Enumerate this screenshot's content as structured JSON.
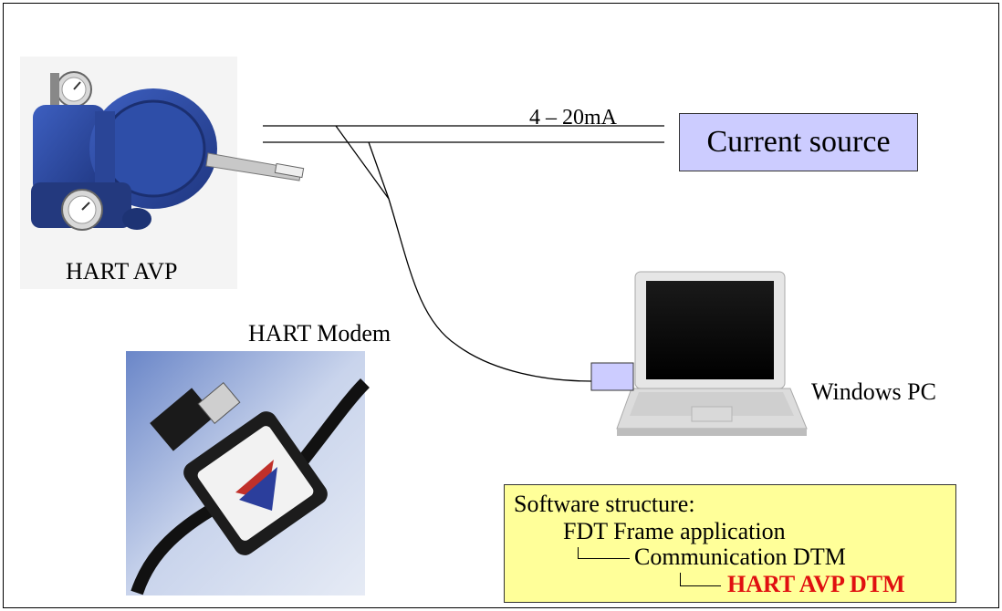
{
  "labels": {
    "signal": "4 – 20mA",
    "device": "HART   AVP",
    "modem": "HART   Modem",
    "pc": "Windows PC"
  },
  "current_source": {
    "label": "Current source",
    "color": "#ccccff"
  },
  "software": {
    "title": "Software structure:",
    "frame_app": "FDT Frame application",
    "comm_dtm": "Communication DTM",
    "device_dtm": "HART AVP DTM",
    "box_color": "#ffff99",
    "highlight_color": "#e01010"
  },
  "icons": [
    "valve-positioner-icon",
    "usb-hart-modem-icon",
    "laptop-icon"
  ]
}
